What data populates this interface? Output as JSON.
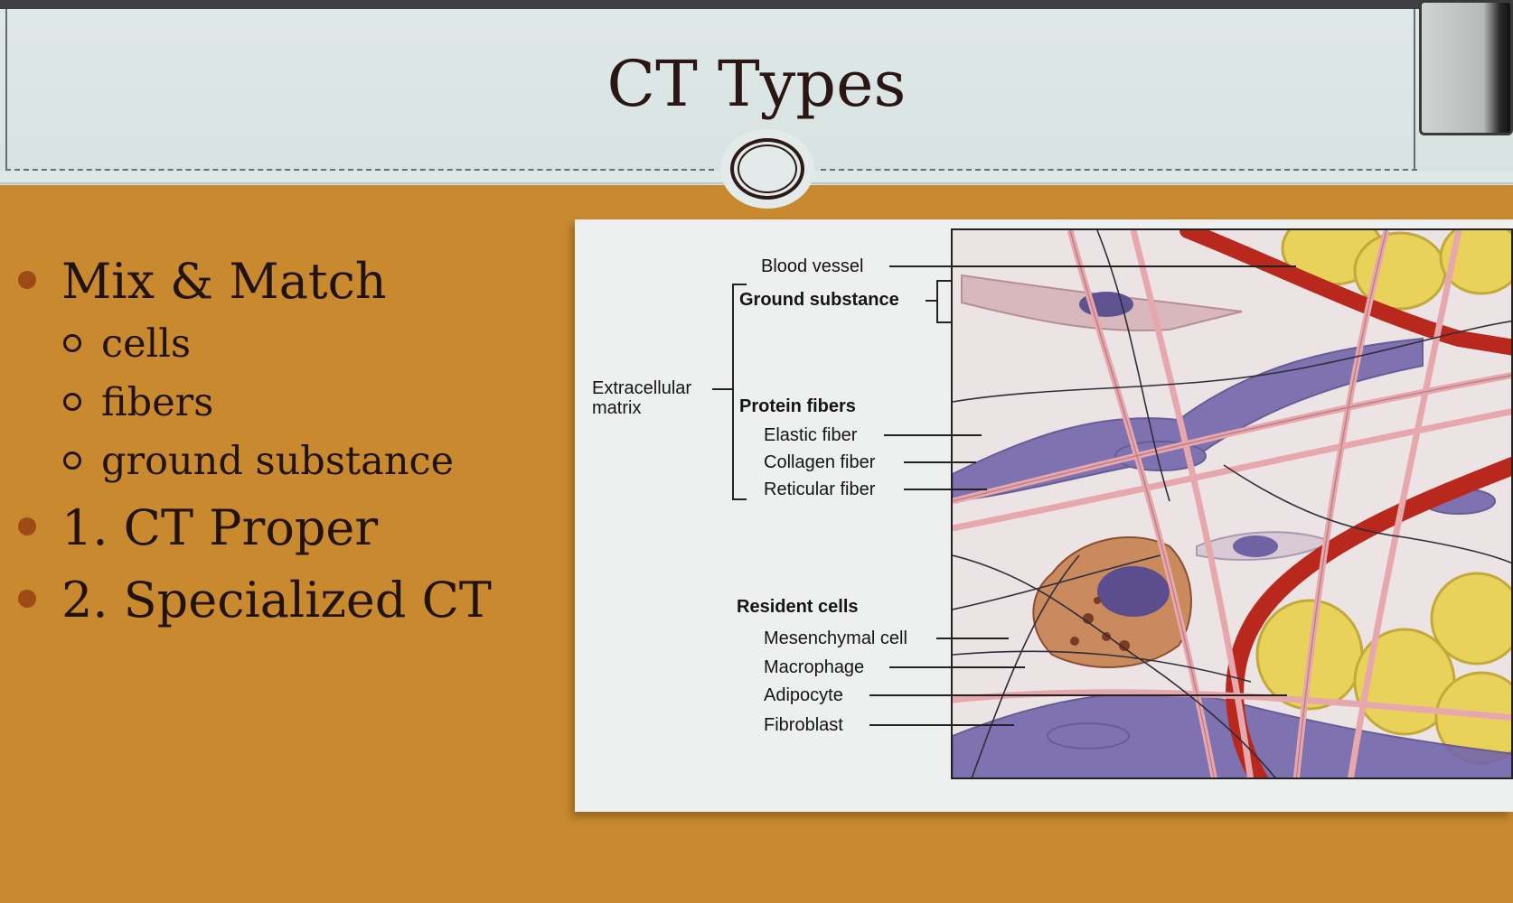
{
  "slide": {
    "title": "CT Types"
  },
  "bullets": [
    {
      "level": 1,
      "text": "Mix & Match"
    },
    {
      "level": 2,
      "text": "cells"
    },
    {
      "level": 2,
      "text": "fibers"
    },
    {
      "level": 2,
      "text": "ground substance"
    },
    {
      "level": 1,
      "text": "1. CT Proper"
    },
    {
      "level": 1,
      "text": "2. Specialized CT"
    }
  ],
  "figure": {
    "labels": {
      "blood_vessel": "Blood vessel",
      "ground_substance": "Ground substance",
      "extracellular": "Extracellular",
      "matrix": "matrix",
      "protein_fibers": "Protein fibers",
      "elastic_fiber": "Elastic fiber",
      "collagen_fiber": "Collagen fiber",
      "reticular_fiber": "Reticular fiber",
      "resident_cells": "Resident cells",
      "mesenchymal_cell": "Mesenchymal cell",
      "macrophage": "Macrophage",
      "adipocyte": "Adipocyte",
      "fibroblast": "Fibroblast"
    }
  },
  "colors": {
    "slide_background": "#c8892f",
    "header_background": "#dfe8e7",
    "title_text": "#2a1614",
    "bullet_dot": "#9e4a17",
    "collagen_pink": "#e7a8ad",
    "blood_vessel_red": "#b8281c",
    "adipocyte_yellow": "#e8d25a",
    "fibroblast_purple": "#6e62a3"
  }
}
